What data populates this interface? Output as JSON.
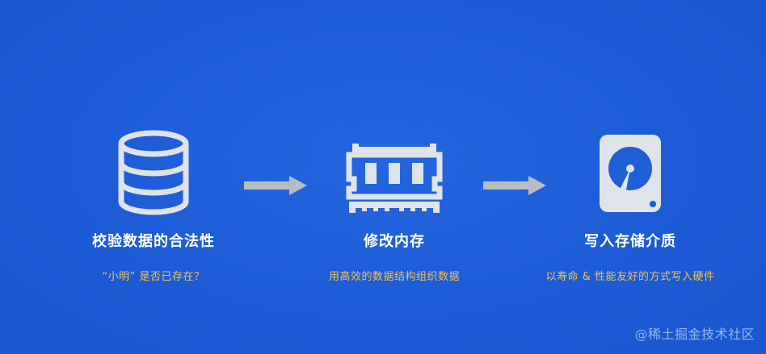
{
  "stages": [
    {
      "icon": "database-icon",
      "title": "校验数据的合法性",
      "desc": "“小明” 是否已存在？"
    },
    {
      "icon": "memory-chip-icon",
      "title": "修改内存",
      "desc": "用高效的数据结构组织数据"
    },
    {
      "icon": "hard-drive-icon",
      "title": "写入存储介质",
      "desc": "以寿命 & 性能友好的方式写入硬件"
    }
  ],
  "arrows": [
    "arrow-right-icon",
    "arrow-right-icon"
  ],
  "watermark": "@稀土掘金技术社区",
  "colors": {
    "background": "#1f5fd8",
    "icon": "#dfe3ea",
    "arrow": "#b9bcc2",
    "title": "#ffffff",
    "desc": "#f2c24e"
  }
}
